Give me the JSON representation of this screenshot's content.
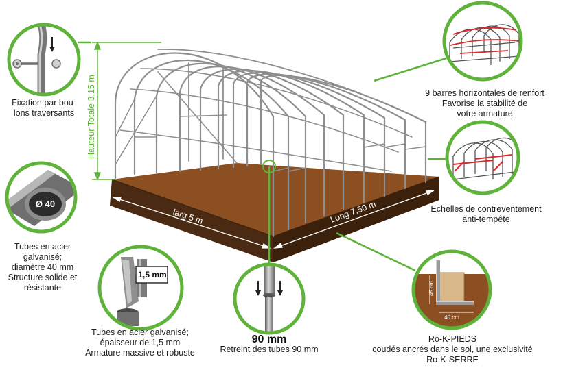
{
  "diagram": {
    "height_label": "Hauteur Totale 3,15 m",
    "width_label": "larg 5 m",
    "length_label": "Long 7,50 m",
    "tube_diameter_badge": "Ø 40",
    "thickness_badge": "1,5 mm",
    "foot_height_label": "45 cm",
    "foot_width_label": "40 cm"
  },
  "callouts": {
    "bolts": [
      "Fixation par bou-",
      "lons traversants"
    ],
    "tubes40": [
      "Tubes en acier",
      "galvanisé;",
      "diamètre 40 mm",
      "Structure solide et",
      "résistante"
    ],
    "thickness": [
      "Tubes en acier galvanisé;",
      "épaisseur de 1,5 mm",
      "Armature massive et robuste"
    ],
    "shrink_value": "90 mm",
    "shrink_text": "Retreint des tubes 90 mm",
    "bars": [
      "9 barres horizontales de renfort",
      "Favorise la stabilité de",
      "votre armature"
    ],
    "bracing": [
      "Echelles de contreventement",
      "anti-tempête"
    ],
    "feet": [
      "Ro-K-PIEDS",
      "coudés ancrés dans le sol, une exclusivité",
      "Ro-K-SERRE"
    ]
  },
  "colors": {
    "accent_green": "#5fb23a",
    "soil": "#8b4f22",
    "soil_dark": "#4a2a12",
    "frame": "#8e8e8e",
    "brace_red": "#d42a2a"
  }
}
